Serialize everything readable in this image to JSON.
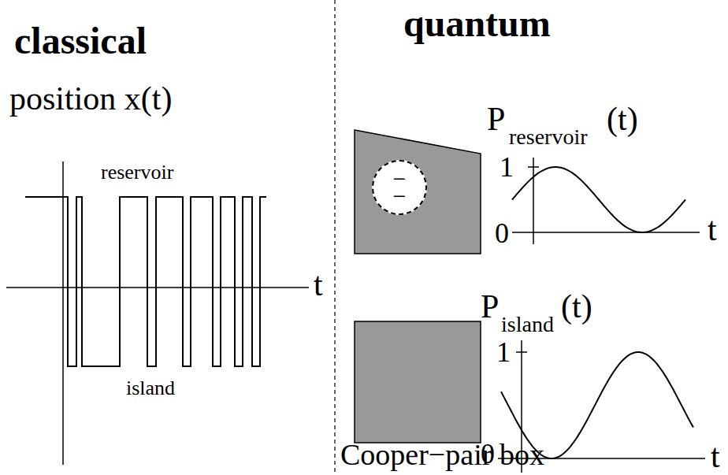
{
  "diagram": {
    "nodes": [
      {
        "text": [
          "− −"
        ]
      },
      {
        "text": [
          "− −"
        ]
      }
    ],
    "edges": [
      {
        "from": 0,
        "to": 1,
        "arrow": "both"
      }
    ],
    "labels": [
      "classical",
      "quantum",
      "position  x(t)",
      "reservoir",
      "island",
      "t",
      "P",
      "reservoir",
      "(t)",
      "1",
      "0",
      "t",
      "P",
      "island",
      "(t)",
      "1",
      "0",
      "t",
      "Cooper−pair box"
    ]
  }
}
